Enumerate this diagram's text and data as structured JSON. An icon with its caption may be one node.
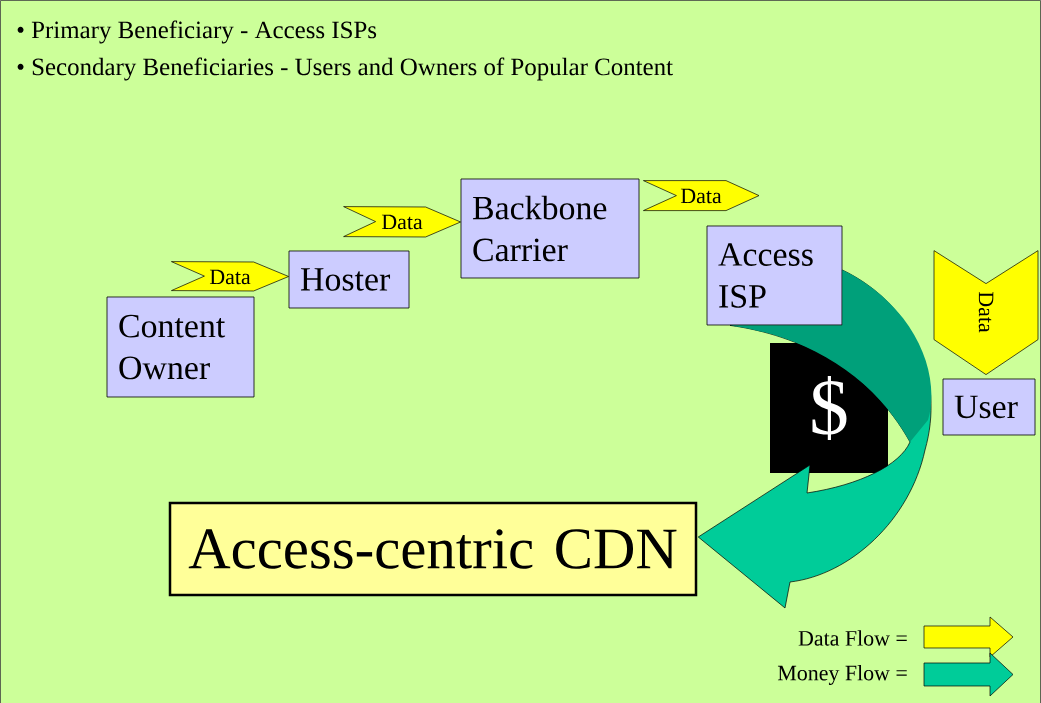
{
  "diagram": {
    "nodes": [
      {
        "text": [
          "Content Owner"
        ]
      },
      {
        "text": [
          "Hoster"
        ]
      },
      {
        "text": [
          "Backbone Carrier"
        ]
      },
      {
        "text": [
          "Access ISP"
        ]
      },
      {
        "text": [
          "User"
        ]
      },
      {
        "text": [
          "Access-centric CDN"
        ]
      },
      {
        "text": [
          "$"
        ]
      }
    ],
    "edges": [
      {
        "from": 0,
        "to": 1,
        "arrow": "to",
        "label": "Data"
      },
      {
        "from": 1,
        "to": 2,
        "arrow": "to",
        "label": "Data"
      },
      {
        "from": 2,
        "to": 3,
        "arrow": "to",
        "label": "Data"
      },
      {
        "from": null,
        "to": 4,
        "arrow": "to",
        "label": "Data"
      },
      {
        "from": 3,
        "to": 5,
        "arrow": "to",
        "color": "#00cc99"
      }
    ],
    "labels": [
      "• Primary Beneficiary - Access ISPs",
      "• Secondary Beneficiaries - Users and Owners of Popular Content"
    ],
    "legend": [
      {
        "text": "Data Flow =",
        "color": "#ffff00"
      },
      {
        "text": "Money Flow =",
        "color": "#00cc99"
      }
    ]
  }
}
